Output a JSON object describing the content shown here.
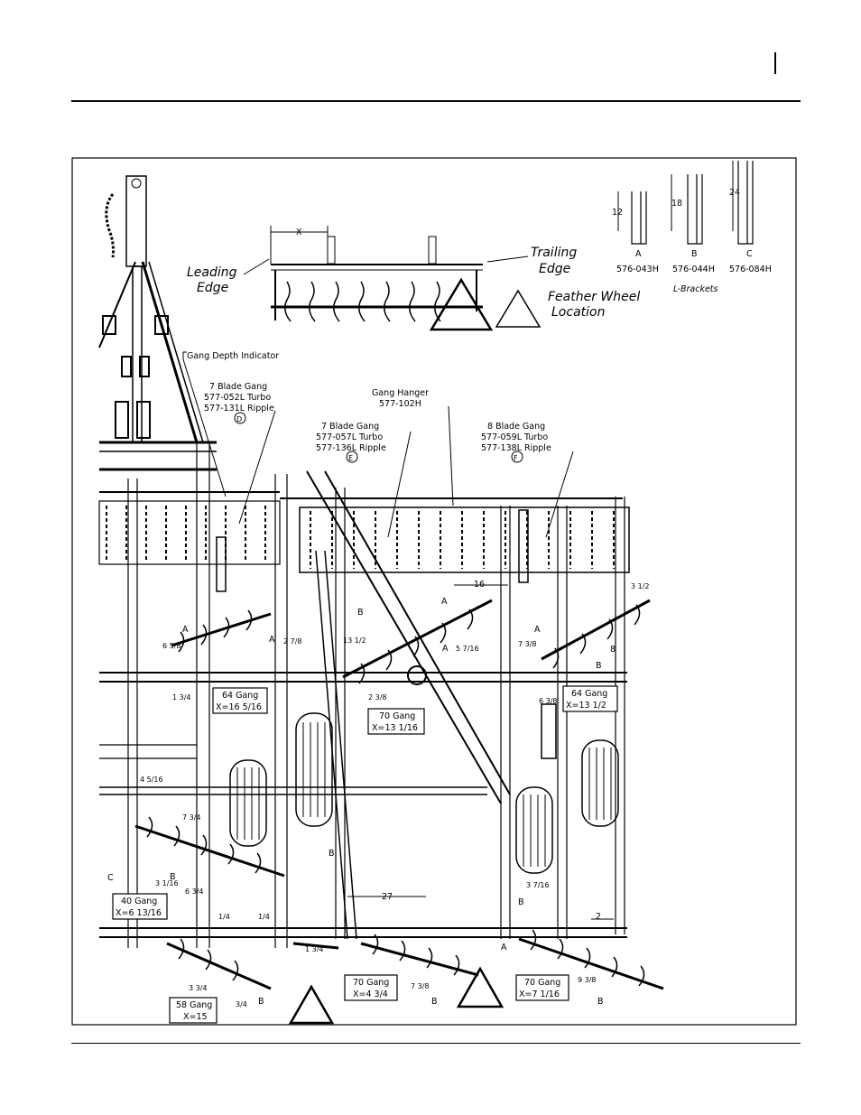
{
  "header": {
    "page_marker": ""
  },
  "diagram": {
    "top_detail": {
      "dim_x": "X",
      "leading_edge": [
        "Leading",
        "Edge"
      ],
      "trailing_edge": [
        "Trailing",
        "Edge"
      ],
      "feather_wheel": [
        "Feather Wheel",
        "Location"
      ]
    },
    "brackets": {
      "items": [
        {
          "dim": "12",
          "letter": "A",
          "part": "576-043H"
        },
        {
          "dim": "18",
          "letter": "B",
          "part": "576-044H"
        },
        {
          "dim": "24",
          "letter": "C",
          "part": "576-084H"
        }
      ],
      "caption": "L-Brackets"
    },
    "callouts": {
      "gang_depth": "Gang Depth Indicator",
      "gang_d": {
        "lines": [
          "7 Blade Gang",
          "577-052L Turbo",
          "577-131L Ripple"
        ],
        "letter": "D"
      },
      "gang_hanger": {
        "lines": [
          "Gang Hanger",
          "577-102H"
        ]
      },
      "gang_e": {
        "lines": [
          "7 Blade Gang",
          "577-057L Turbo",
          "577-136L Ripple"
        ],
        "letter": "E"
      },
      "gang_f": {
        "lines": [
          "8 Blade Gang",
          "577-059L Turbo",
          "577-138L Ripple"
        ],
        "letter": "F"
      }
    },
    "gang_boxes": [
      {
        "l1": "64 Gang",
        "l2": "X=16 5/16"
      },
      {
        "l1": "70 Gang",
        "l2": "X=13 1/16"
      },
      {
        "l1": "64 Gang",
        "l2": "X=13 1/2"
      },
      {
        "l1": "40 Gang",
        "l2": "X=6 13/16"
      },
      {
        "l1": "70 Gang",
        "l2": "X=4 3/4"
      },
      {
        "l1": "70 Gang",
        "l2": "X=7 1/16"
      },
      {
        "l1": "58 Gang",
        "l2": "X=15"
      }
    ],
    "dims": {
      "d16": "16",
      "d27": "27",
      "d2": "2",
      "d8": "8",
      "d6_5_8": "6 5/8",
      "d2_7_8": "2 7/8",
      "d13_1_2": "13 1/2",
      "d5_7_16": "5 7/16",
      "d7_3_8": "7 3/8",
      "d3_1_2": "3 1/2",
      "d1_3_4": "1 3/4",
      "d2_3_8": "2 3/8",
      "d6_3_8": "6 3/8",
      "d4_5_16": "4 5/16",
      "d7_3_4": "7 3/4",
      "d3_1_16": "3 1/16",
      "d6_3_4": "6 3/4",
      "d3_7_16": "3 7/16",
      "d1_4a": "1/4",
      "d1_4b": "1/4",
      "d1_3_4b": "1 3/4",
      "d3_3_4": "3 3/4",
      "d3_4": "3/4",
      "d7_3_8b": "7 3/8",
      "d9_3_8": "9 3/8"
    },
    "letters": {
      "a1": "A",
      "a2": "A",
      "a3": "A",
      "a4": "A",
      "a5": "A",
      "a6": "A",
      "b1": "B",
      "b2": "B",
      "b3": "B",
      "b4": "B",
      "b5": "B",
      "b6": "B",
      "b7": "B",
      "b8": "B",
      "c1": "C"
    }
  }
}
